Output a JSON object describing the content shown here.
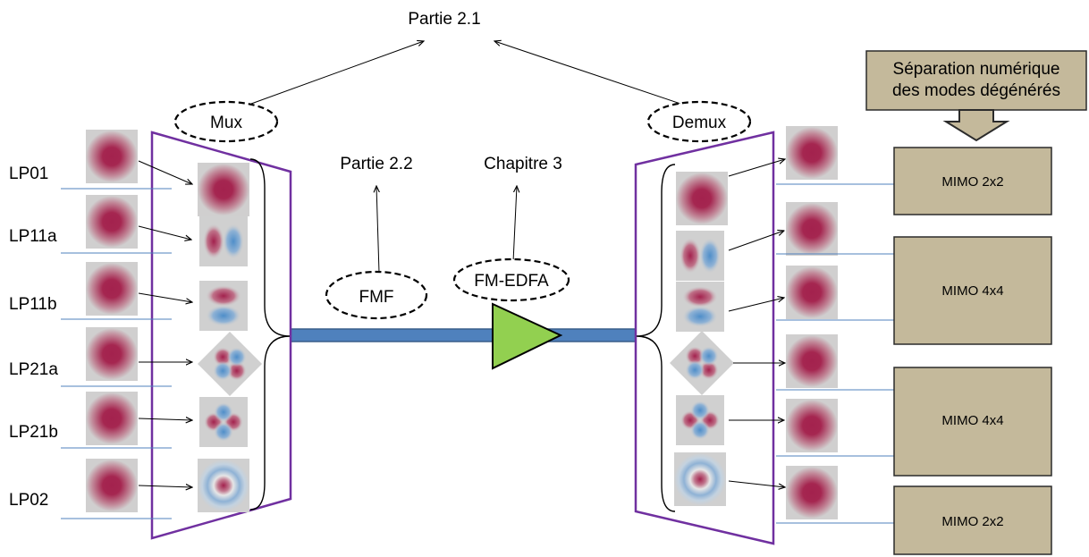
{
  "title": "Partie 2.1",
  "section_fmf": "Partie 2.2",
  "section_amp": "Chapitre 3",
  "mux_label": "Mux",
  "demux_label": "Demux",
  "fmf_label": "FMF",
  "amp_label": "FM-EDFA",
  "dsp_lines": [
    "Séparation numérique",
    "des modes dégénérés"
  ],
  "modes": [
    "LP01",
    "LP11a",
    "LP11b",
    "LP21a",
    "LP21b",
    "LP02"
  ],
  "mimo_blocks": [
    "MIMO 2x2",
    "MIMO 4x4",
    "MIMO 4x4",
    "MIMO 2x2"
  ],
  "colors": {
    "mux_outline": "#7030a0",
    "fiber": "#4f81bd",
    "fiber_outline": "#385d8a",
    "amplifier": "#92d050",
    "block_fill": "#c4b99b",
    "block_outline": "#2b2b2b",
    "mode_red": "#a3224e",
    "mode_blue": "#4f8ec9",
    "mode_bg": "#d0d0d0",
    "feed_line": "#4f81bd"
  },
  "icons": [
    "gaussian-mode-icon",
    "lp11-mode-icon",
    "lp21-mode-icon",
    "lp02-mode-icon",
    "down-arrow-icon"
  ]
}
